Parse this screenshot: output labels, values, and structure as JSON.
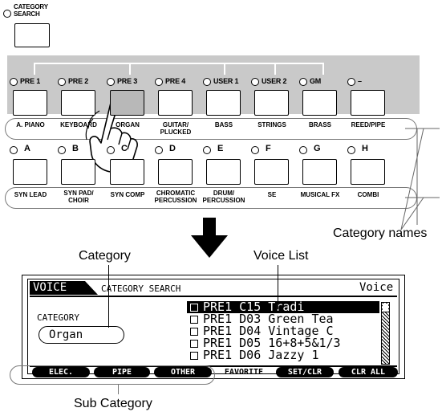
{
  "category_search": {
    "label_line1": "CATEGORY",
    "label_line2": "SEARCH"
  },
  "banks": [
    "PRE 1",
    "PRE 2",
    "PRE 3",
    "PRE 4",
    "USER 1",
    "USER 2",
    "GM",
    "–"
  ],
  "category_row1": [
    "A. PIANO",
    "KEYBOARD",
    "ORGAN",
    "GUITAR/\nPLUCKED",
    "BASS",
    "STRINGS",
    "BRASS",
    "REED/PIPE"
  ],
  "letters": [
    "A",
    "B",
    "C",
    "D",
    "E",
    "F",
    "G",
    "H"
  ],
  "category_row2": [
    "SYN LEAD",
    "SYN PAD/\nCHOIR",
    "SYN COMP",
    "CHROMATIC\nPERCUSSION",
    "DRUM/\nPERCUSSION",
    "SE",
    "MUSICAL FX",
    "COMBI"
  ],
  "callouts": {
    "category_names": "Category names",
    "category": "Category",
    "voice_list": "Voice List",
    "sub_category": "Sub Category"
  },
  "lcd": {
    "tab": "VOICE",
    "header": "CATEGORY SEARCH",
    "mode": "Voice",
    "category_label": "CATEGORY",
    "category_value": "Organ",
    "voices": [
      {
        "bank": "PRE1",
        "num": "C15",
        "name": "Tradi",
        "selected": true
      },
      {
        "bank": "PRE1",
        "num": "D03",
        "name": "Green Tea",
        "selected": false
      },
      {
        "bank": "PRE1",
        "num": "D04",
        "name": "Vintage C",
        "selected": false
      },
      {
        "bank": "PRE1",
        "num": "D05",
        "name": "16+8+5&1/3",
        "selected": false
      },
      {
        "bank": "PRE1",
        "num": "D06",
        "name": "Jazzy 1",
        "selected": false
      }
    ],
    "soft_buttons": [
      "ELEC.",
      "PIPE",
      "OTHER",
      "FAVORITE",
      "SET/CLR",
      "CLR ALL"
    ]
  }
}
